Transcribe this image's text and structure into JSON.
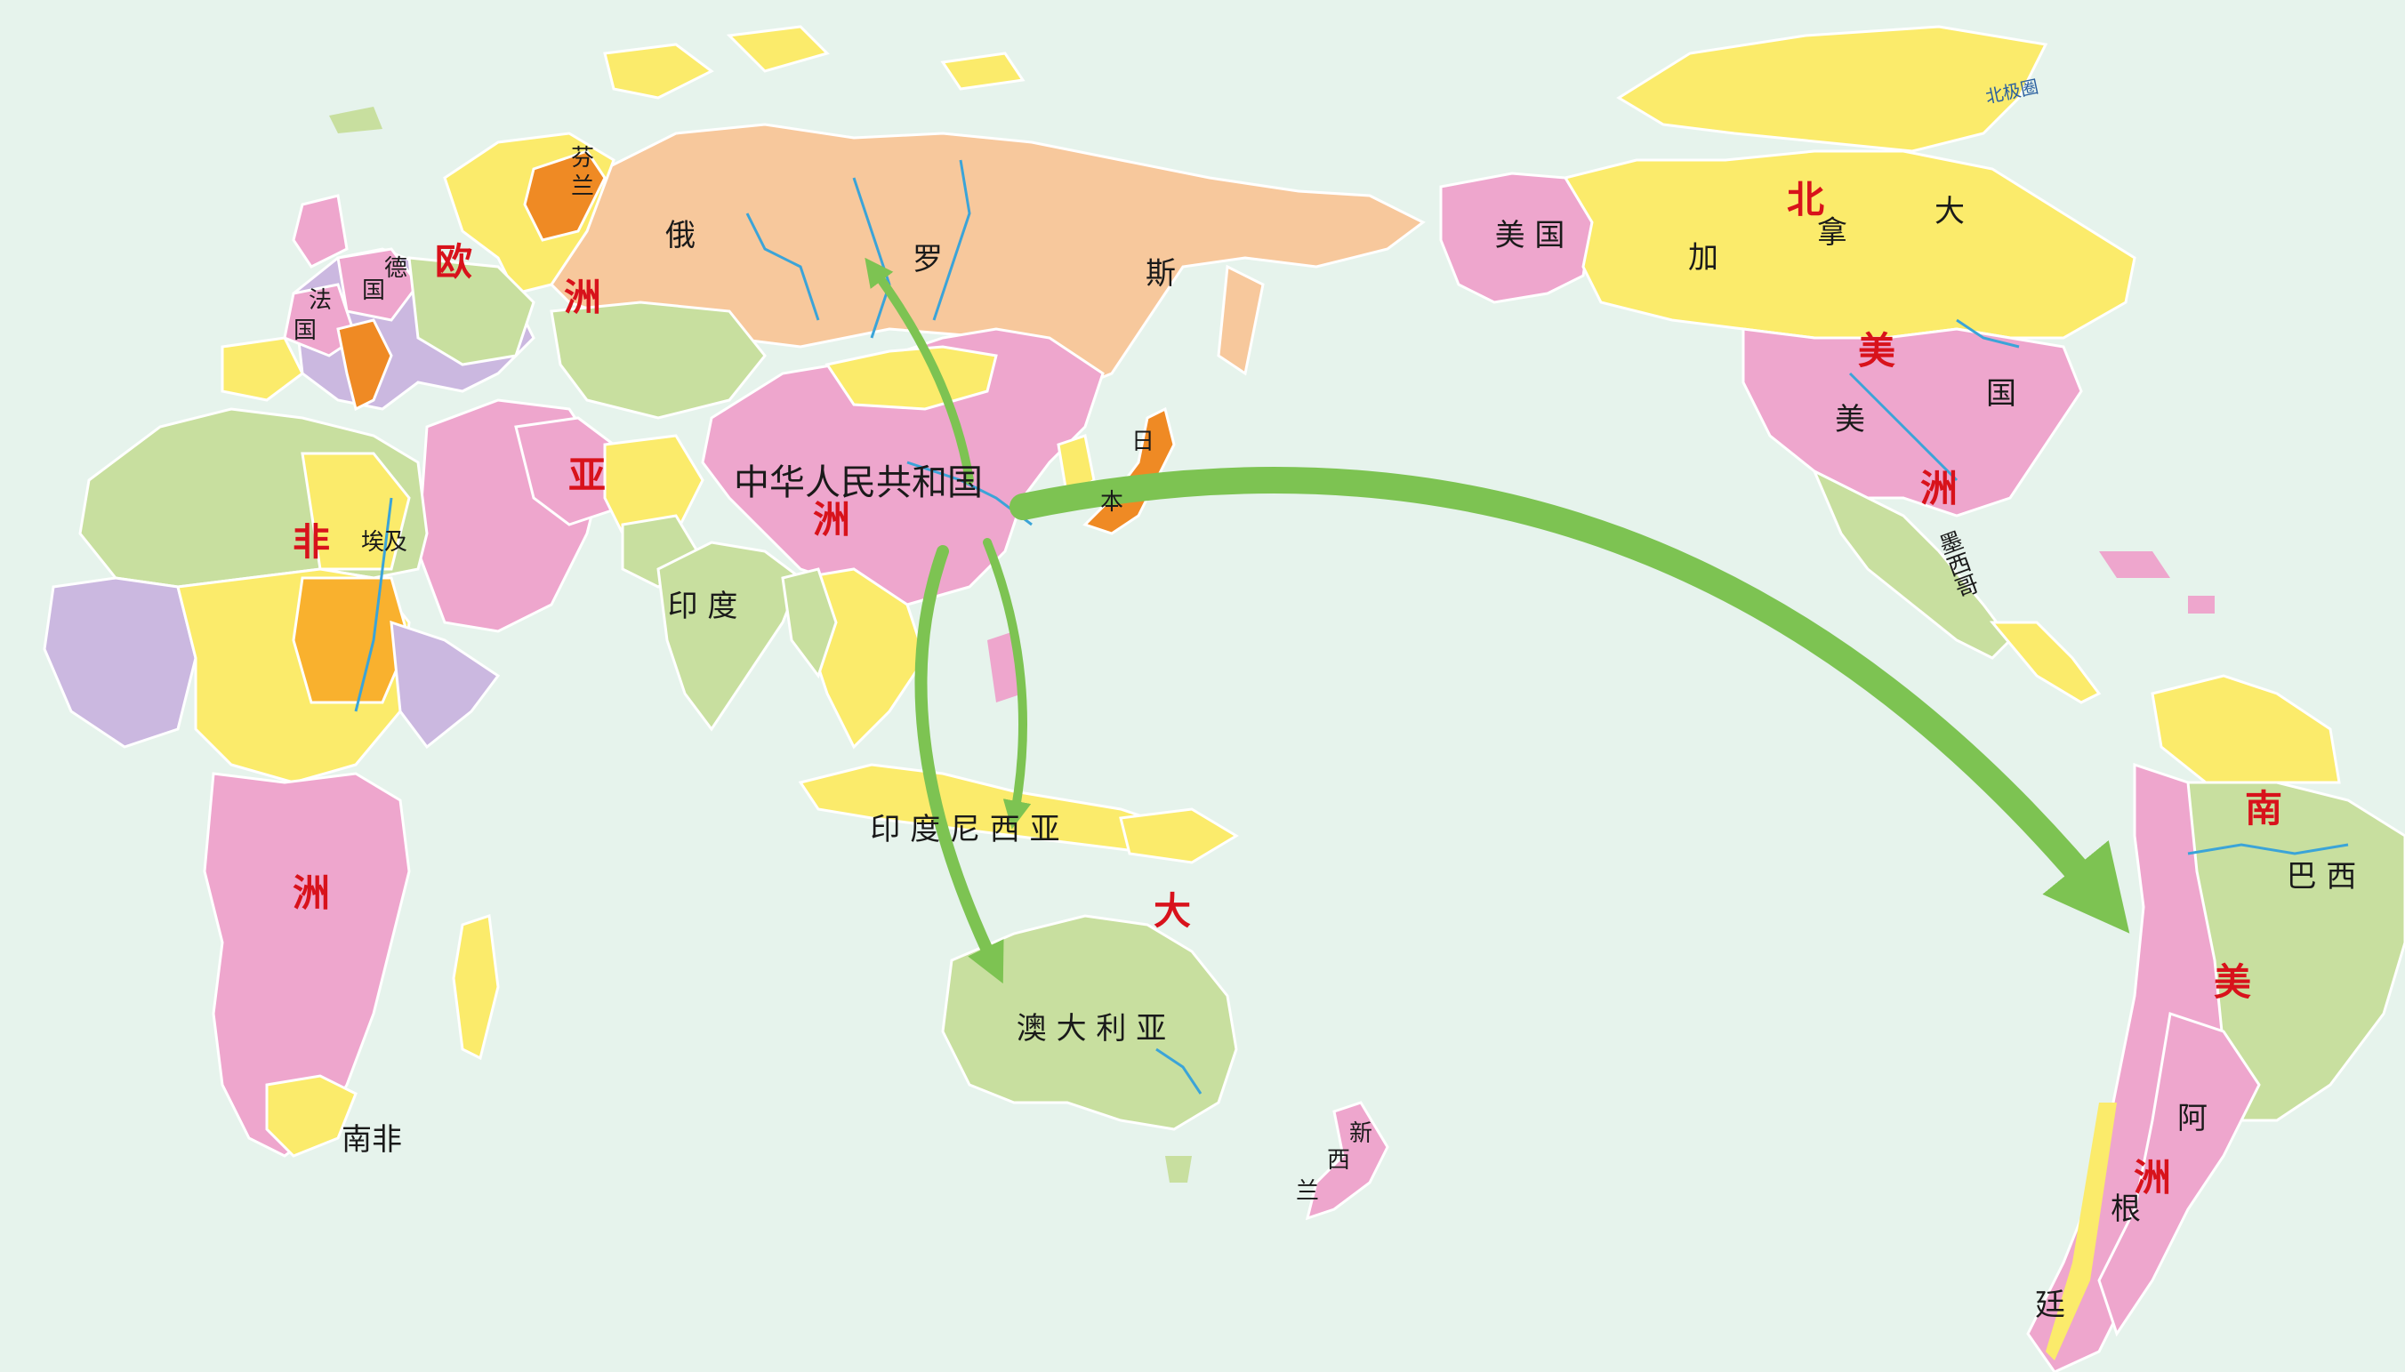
{
  "colors": {
    "sea": "#e6f3ec",
    "pink": "#eea6cd",
    "orange": "#f7c89c",
    "yellow": "#fbeb6b",
    "green": "#c8df9f",
    "lavender": "#cbb8e0",
    "blue": "#9fb6e3",
    "dark_orange": "#ef8a24",
    "arrow": "#7dc352",
    "river": "#3ba4d8",
    "continent_label": "#d8121b"
  },
  "continents": {
    "europe": {
      "c1": "欧",
      "c2": "洲"
    },
    "asia": {
      "c1": "亚",
      "c2": "洲"
    },
    "africa": {
      "c1": "非",
      "c2": "洲"
    },
    "oceania": {
      "c1": "大"
    },
    "north_america": {
      "c1": "北",
      "c2": "美",
      "c3": "洲"
    },
    "south_america": {
      "c1": "南",
      "c2": "美",
      "c3": "洲"
    }
  },
  "countries": {
    "russia": {
      "c1": "俄",
      "c2": "罗",
      "c3": "斯"
    },
    "china": "中华人民共和国",
    "japan": {
      "c1": "日",
      "c2": "本"
    },
    "india": "印 度",
    "indonesia": "印 度 尼 西 亚",
    "australia": "澳 大 利 亚",
    "new_zealand": {
      "c1": "新",
      "c2": "西",
      "c3": "兰"
    },
    "finland": {
      "c1": "芬",
      "c2": "兰"
    },
    "germany": {
      "c1": "德",
      "c2": "国"
    },
    "france": {
      "c1": "法",
      "c2": "国"
    },
    "egypt": "埃及",
    "south_africa": "南非",
    "alaska": "美 国",
    "canada": {
      "c1": "加",
      "c2": "拿",
      "c3": "大"
    },
    "usa": {
      "c1": "美",
      "c2": "国"
    },
    "mexico": "墨西哥",
    "brazil": "巴 西",
    "argentina": {
      "c1": "阿",
      "c2": "根",
      "c3": "廷"
    }
  },
  "features": {
    "arctic": "北极圈"
  },
  "arrows": [
    "china-to-russia",
    "china-to-indonesia",
    "china-to-australia",
    "china-to-south-america"
  ]
}
